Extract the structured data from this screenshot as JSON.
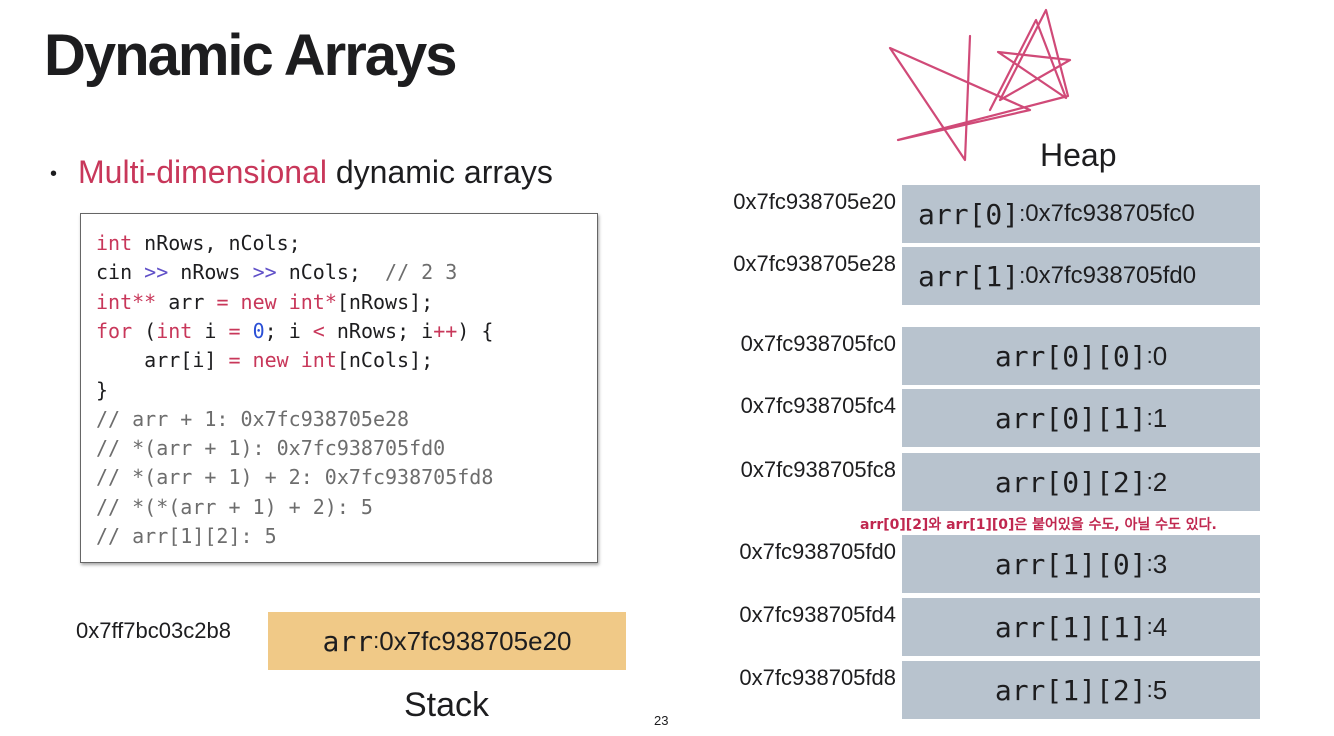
{
  "title": "Dynamic Arrays",
  "bullet": {
    "highlight": "Multi-dimensional",
    "rest": " dynamic arrays"
  },
  "code": {
    "lines": [
      [
        {
          "t": "int",
          "c": "kw"
        },
        {
          "t": " nRows, nCols;",
          "c": ""
        }
      ],
      [
        {
          "t": "cin ",
          "c": ""
        },
        {
          "t": ">>",
          "c": "op"
        },
        {
          "t": " nRows ",
          "c": ""
        },
        {
          "t": ">>",
          "c": "op"
        },
        {
          "t": " nCols;  ",
          "c": ""
        },
        {
          "t": "// 2 3",
          "c": "cmt"
        }
      ],
      [
        {
          "t": "int**",
          "c": "kw"
        },
        {
          "t": " arr ",
          "c": ""
        },
        {
          "t": "=",
          "c": "kw"
        },
        {
          "t": " ",
          "c": ""
        },
        {
          "t": "new",
          "c": "kw"
        },
        {
          "t": " ",
          "c": ""
        },
        {
          "t": "int*",
          "c": "kw"
        },
        {
          "t": "[nRows];",
          "c": ""
        }
      ],
      [
        {
          "t": "for",
          "c": "kw"
        },
        {
          "t": " (",
          "c": ""
        },
        {
          "t": "int",
          "c": "kw"
        },
        {
          "t": " i ",
          "c": ""
        },
        {
          "t": "=",
          "c": "kw"
        },
        {
          "t": " ",
          "c": ""
        },
        {
          "t": "0",
          "c": "num"
        },
        {
          "t": "; i ",
          "c": ""
        },
        {
          "t": "<",
          "c": "kw"
        },
        {
          "t": " nRows; i",
          "c": ""
        },
        {
          "t": "++",
          "c": "kw"
        },
        {
          "t": ") {",
          "c": ""
        }
      ],
      [
        {
          "t": "    arr[i] ",
          "c": ""
        },
        {
          "t": "=",
          "c": "kw"
        },
        {
          "t": " ",
          "c": ""
        },
        {
          "t": "new",
          "c": "kw"
        },
        {
          "t": " ",
          "c": ""
        },
        {
          "t": "int",
          "c": "kw"
        },
        {
          "t": "[nCols];",
          "c": ""
        }
      ],
      [
        {
          "t": "}",
          "c": ""
        }
      ],
      [
        {
          "t": "// arr + 1: 0x7fc938705e28",
          "c": "cmt"
        }
      ],
      [
        {
          "t": "// *(arr + 1): 0x7fc938705fd0",
          "c": "cmt"
        }
      ],
      [
        {
          "t": "// *(arr + 1) + 2: 0x7fc938705fd8",
          "c": "cmt"
        }
      ],
      [
        {
          "t": "// *(*(arr + 1) + 2): 5",
          "c": "cmt"
        }
      ],
      [
        {
          "t": "// arr[1][2]: 5",
          "c": "cmt"
        }
      ]
    ]
  },
  "stack": {
    "address": "0x7ff7bc03c2b8",
    "name": "arr",
    "colon": ": ",
    "value": "0x7fc938705e20",
    "label": "Stack"
  },
  "heap": {
    "label": "Heap",
    "cells": [
      {
        "address": "0x7fc938705e20",
        "name": "arr[0]",
        "value": "0x7fc938705fc0",
        "kind": "ptr"
      },
      {
        "address": "0x7fc938705e28",
        "name": "arr[1]",
        "value": "0x7fc938705fd0",
        "kind": "ptr"
      },
      {
        "address": "0x7fc938705fc0",
        "name": "arr[0][0]",
        "value": "0",
        "kind": "val"
      },
      {
        "address": "0x7fc938705fc4",
        "name": "arr[0][1]",
        "value": "1",
        "kind": "val"
      },
      {
        "address": "0x7fc938705fc8",
        "name": "arr[0][2]",
        "value": "2",
        "kind": "val"
      },
      {
        "address": "0x7fc938705fd0",
        "name": "arr[1][0]",
        "value": "3",
        "kind": "val"
      },
      {
        "address": "0x7fc938705fd4",
        "name": "arr[1][1]",
        "value": "4",
        "kind": "val"
      },
      {
        "address": "0x7fc938705fd8",
        "name": "arr[1][2]",
        "value": "5",
        "kind": "val"
      }
    ],
    "note": "arr[0][2]와 arr[1][0]은 붙어있을 수도, 아닐 수도 있다."
  },
  "page_number": "23",
  "colors": {
    "accent": "#c8375a",
    "heap_cell": "#b8c3ce",
    "stack_cell": "#f0c987",
    "scribble": "#d04a78"
  },
  "icons": {
    "scribble": "hand-drawn-star-scribble"
  }
}
